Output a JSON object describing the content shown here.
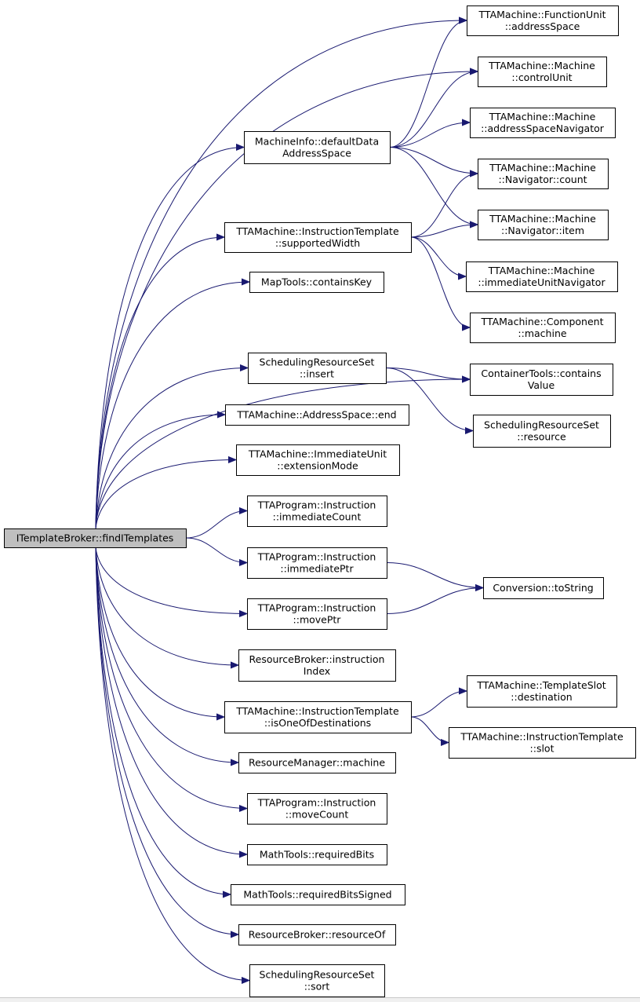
{
  "diagram": {
    "root": {
      "id": "root",
      "lines": [
        "ITemplateBroker::findITemplates"
      ]
    },
    "nodes": [
      {
        "id": "fu_as",
        "lines": [
          "TTAMachine::FunctionUnit",
          "::addressSpace"
        ]
      },
      {
        "id": "m_cu",
        "lines": [
          "TTAMachine::Machine",
          "::controlUnit"
        ]
      },
      {
        "id": "mi_das",
        "lines": [
          "MachineInfo::defaultData",
          "AddressSpace"
        ]
      },
      {
        "id": "m_asn",
        "lines": [
          "TTAMachine::Machine",
          "::addressSpaceNavigator"
        ]
      },
      {
        "id": "m_nc",
        "lines": [
          "TTAMachine::Machine",
          "::Navigator::count"
        ]
      },
      {
        "id": "it_sw",
        "lines": [
          "TTAMachine::InstructionTemplate",
          "::supportedWidth"
        ]
      },
      {
        "id": "m_ni",
        "lines": [
          "TTAMachine::Machine",
          "::Navigator::item"
        ]
      },
      {
        "id": "m_iun",
        "lines": [
          "TTAMachine::Machine",
          "::immediateUnitNavigator"
        ]
      },
      {
        "id": "mt_ck",
        "lines": [
          "MapTools::containsKey"
        ]
      },
      {
        "id": "c_m",
        "lines": [
          "TTAMachine::Component",
          "::machine"
        ]
      },
      {
        "id": "srs_ins",
        "lines": [
          "SchedulingResourceSet",
          "::insert"
        ]
      },
      {
        "id": "ct_cv",
        "lines": [
          "ContainerTools::contains",
          "Value"
        ]
      },
      {
        "id": "as_end",
        "lines": [
          "TTAMachine::AddressSpace::end"
        ]
      },
      {
        "id": "srs_res",
        "lines": [
          "SchedulingResourceSet",
          "::resource"
        ]
      },
      {
        "id": "iu_em",
        "lines": [
          "TTAMachine::ImmediateUnit",
          "::extensionMode"
        ]
      },
      {
        "id": "pi_ic",
        "lines": [
          "TTAProgram::Instruction",
          "::immediateCount"
        ]
      },
      {
        "id": "pi_ip",
        "lines": [
          "TTAProgram::Instruction",
          "::immediatePtr"
        ]
      },
      {
        "id": "conv_ts",
        "lines": [
          "Conversion::toString"
        ]
      },
      {
        "id": "pi_mp",
        "lines": [
          "TTAProgram::Instruction",
          "::movePtr"
        ]
      },
      {
        "id": "rb_ii",
        "lines": [
          "ResourceBroker::instruction",
          "Index"
        ]
      },
      {
        "id": "ts_dest",
        "lines": [
          "TTAMachine::TemplateSlot",
          "::destination"
        ]
      },
      {
        "id": "it_iod",
        "lines": [
          "TTAMachine::InstructionTemplate",
          "::isOneOfDestinations"
        ]
      },
      {
        "id": "it_slot",
        "lines": [
          "TTAMachine::InstructionTemplate",
          "::slot"
        ]
      },
      {
        "id": "rm_m",
        "lines": [
          "ResourceManager::machine"
        ]
      },
      {
        "id": "pi_mc",
        "lines": [
          "TTAProgram::Instruction",
          "::moveCount"
        ]
      },
      {
        "id": "mt_rb",
        "lines": [
          "MathTools::requiredBits"
        ]
      },
      {
        "id": "mt_rbs",
        "lines": [
          "MathTools::requiredBitsSigned"
        ]
      },
      {
        "id": "rb_ro",
        "lines": [
          "ResourceBroker::resourceOf"
        ]
      },
      {
        "id": "srs_sort",
        "lines": [
          "SchedulingResourceSet",
          "::sort"
        ]
      }
    ],
    "edges": [
      [
        "root",
        "fu_as"
      ],
      [
        "root",
        "m_cu"
      ],
      [
        "root",
        "mi_das"
      ],
      [
        "root",
        "it_sw"
      ],
      [
        "root",
        "mt_ck"
      ],
      [
        "root",
        "ct_cv"
      ],
      [
        "root",
        "srs_ins"
      ],
      [
        "root",
        "as_end"
      ],
      [
        "root",
        "iu_em"
      ],
      [
        "root",
        "pi_ic"
      ],
      [
        "root",
        "pi_ip"
      ],
      [
        "root",
        "pi_mp"
      ],
      [
        "root",
        "rb_ii"
      ],
      [
        "root",
        "it_iod"
      ],
      [
        "root",
        "rm_m"
      ],
      [
        "root",
        "pi_mc"
      ],
      [
        "root",
        "mt_rb"
      ],
      [
        "root",
        "mt_rbs"
      ],
      [
        "root",
        "rb_ro"
      ],
      [
        "root",
        "srs_sort"
      ],
      [
        "mi_das",
        "fu_as"
      ],
      [
        "mi_das",
        "m_cu"
      ],
      [
        "mi_das",
        "m_asn"
      ],
      [
        "mi_das",
        "m_nc"
      ],
      [
        "mi_das",
        "m_ni"
      ],
      [
        "it_sw",
        "m_nc"
      ],
      [
        "it_sw",
        "m_ni"
      ],
      [
        "it_sw",
        "m_iun"
      ],
      [
        "it_sw",
        "c_m"
      ],
      [
        "srs_ins",
        "ct_cv"
      ],
      [
        "srs_ins",
        "srs_res"
      ],
      [
        "pi_ip",
        "conv_ts"
      ],
      [
        "pi_mp",
        "conv_ts"
      ],
      [
        "it_iod",
        "ts_dest"
      ],
      [
        "it_iod",
        "it_slot"
      ]
    ]
  },
  "colors": {
    "edge": "#191970",
    "root_fill": "#bfbfbf",
    "node_fill": "#ffffff",
    "border": "#000000"
  }
}
